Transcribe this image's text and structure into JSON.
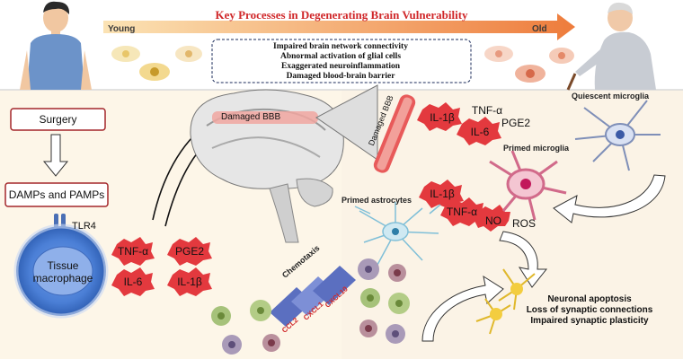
{
  "title": "Key Processes in Degenerating Brain Vulnerability",
  "age_axis": {
    "start": "Young",
    "end": "Old"
  },
  "processes": [
    "Impaired brain network connectivity",
    "Abnormal activation of glial cells",
    "Exaggerated neuroinflammation",
    "Damaged blood-brain barrier"
  ],
  "steps": {
    "surgery": "Surgery",
    "damps": "DAMPs and PAMPs",
    "receptor": "TLR4"
  },
  "macrophage": {
    "label_line1": "Tissue",
    "label_line2": "macrophage"
  },
  "macrophage_cytokines": [
    "TNF-α",
    "PGE2",
    "IL-6",
    "IL-1β"
  ],
  "brain": {
    "bbb_label": "Damaged BBB",
    "vessel_label": "Damaged BBB"
  },
  "bbb_cytokines": [
    "IL-1β",
    "TNF-α",
    "IL-6",
    "PGE2"
  ],
  "astrocyte_mediators": [
    "IL-1β",
    "TNF-α",
    "NO",
    "ROS"
  ],
  "chemotaxis": {
    "label": "Chemotaxis",
    "chemokines": [
      "CCL2",
      "CXCL1",
      "CXCL10"
    ]
  },
  "cells": {
    "quiescent_microglia": "Quiescent microglia",
    "primed_microglia": "Primed microglia",
    "primed_astrocytes": "Primed astrocytes"
  },
  "outcomes": [
    "Neuronal apoptosis",
    "Loss of synaptic connections",
    "Impaired synaptic plasticity"
  ],
  "colors": {
    "title": "#d0282a",
    "cytokine_burst": "#e3393e",
    "age_arrow": "#f08a4b",
    "macrophage": "#5b8ee6",
    "panel_bg": "#fdf6e8"
  }
}
